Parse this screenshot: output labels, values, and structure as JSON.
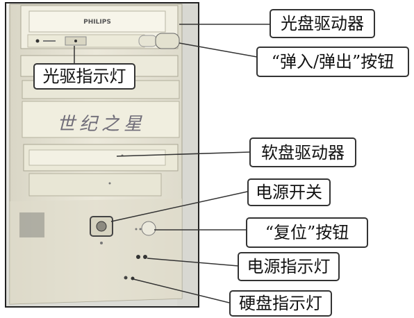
{
  "photo": {
    "brand_text": "PHILIPS",
    "case_logo_text": "世纪之星",
    "colors": {
      "case": "#e4e1d2",
      "bay": "#efedde",
      "background": "#ffffff",
      "frame": "#222222"
    }
  },
  "labels": {
    "optical_drive": "光盘驱动器",
    "eject_button": "“弹入/弹出”按钮",
    "optical_indicator": "光驱指示灯",
    "floppy_drive": "软盘驱动器",
    "power_switch": "电源开关",
    "reset_button": "“复位”按钮",
    "power_indicator": "电源指示灯",
    "hdd_indicator": "硬盘指示灯"
  }
}
